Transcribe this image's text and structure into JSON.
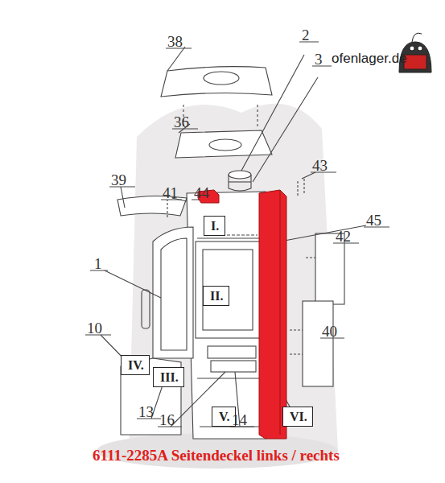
{
  "diagram": {
    "caption": "6111-2285A Seitendeckel links / rechts",
    "nodes": [
      {
        "text": [
          "I."
        ]
      },
      {
        "text": [
          "II."
        ]
      },
      {
        "text": [
          "IV."
        ]
      },
      {
        "text": [
          "III."
        ]
      },
      {
        "text": [
          "V."
        ]
      },
      {
        "text": [
          "VI."
        ]
      }
    ],
    "labels": [
      "ofenlager.de",
      "38",
      "2",
      "3",
      "36",
      "43",
      "44",
      "41",
      "39",
      "45",
      "42",
      "1",
      "10",
      "40",
      "13",
      "16",
      "14"
    ]
  }
}
